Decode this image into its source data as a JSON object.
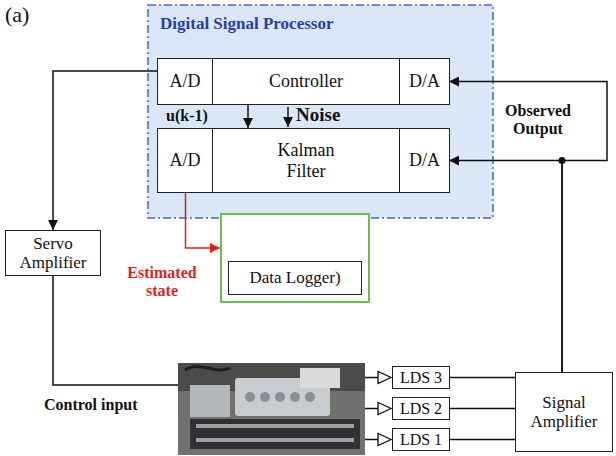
{
  "diagram": {
    "nodes": [
      {
        "text": [
          "Digital Signal Processor"
        ]
      },
      {
        "text": [
          "Controller"
        ],
        "in": 0
      },
      {
        "text": [
          "A/D"
        ],
        "in": 1
      },
      {
        "text": [
          "D/A"
        ],
        "in": 1
      },
      {
        "text": [
          "Kalman Filter"
        ],
        "in": 0
      },
      {
        "text": [
          "A/D"
        ],
        "in": 4
      },
      {
        "text": [
          "D/A"
        ],
        "in": 4
      },
      {
        "text": [
          "Servo Amplifier"
        ]
      },
      {
        "text": [
          "Data Logger)"
        ]
      },
      {
        "text": [
          "LDS 3"
        ]
      },
      {
        "text": [
          "LDS 2"
        ]
      },
      {
        "text": [
          "LDS 1"
        ]
      },
      {
        "text": [
          "Signal Amplifier"
        ]
      }
    ],
    "edges": [
      {
        "from": 2,
        "to": 7,
        "arrow": "to"
      },
      {
        "from": 1,
        "to": 4,
        "arrow": "to"
      },
      {
        "from": 5,
        "to": 8,
        "arrow": "to"
      },
      {
        "from": 9,
        "to": 12,
        "arrow": "none"
      },
      {
        "from": 10,
        "to": 12,
        "arrow": "none"
      },
      {
        "from": 11,
        "to": 12,
        "arrow": "none"
      },
      {
        "from": 12,
        "to": 3,
        "arrow": "to"
      },
      {
        "from": 12,
        "to": 6,
        "arrow": "to"
      }
    ],
    "labels": [
      "(a)",
      "u(k-1)",
      "Noise",
      "Observed Output",
      "Estimated state",
      "Control input"
    ]
  }
}
